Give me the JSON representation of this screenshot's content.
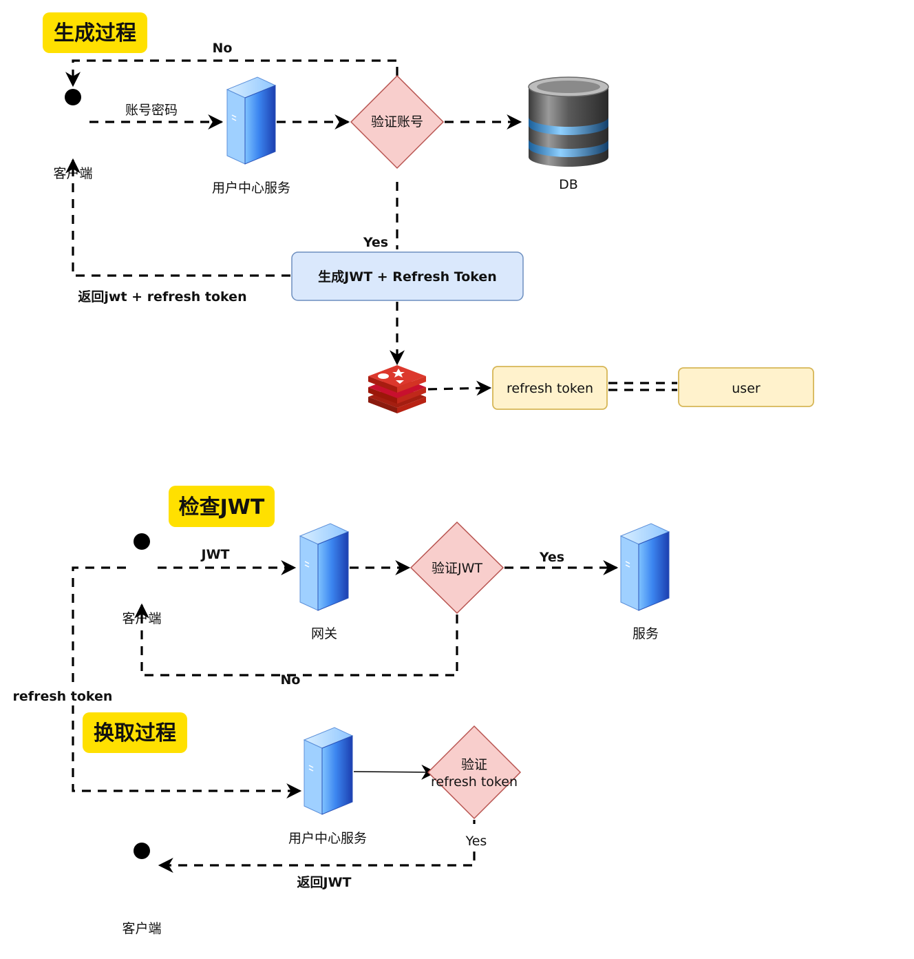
{
  "sections": {
    "generate": "生成过程",
    "check": "检查JWT",
    "exchange": "换取过程"
  },
  "nodes": {
    "client_1": "客户端",
    "user_center_1": "用户中心服务",
    "verify_account": "验证账号",
    "db": "DB",
    "generate_tokens": "生成JWT + Refresh Token",
    "refresh_token_box": "refresh token",
    "user_box": "user",
    "client_2": "客户端",
    "gateway": "网关",
    "verify_jwt": "验证JWT",
    "service": "服务",
    "user_center_2": "用户中心服务",
    "verify_refresh_line1": "验证",
    "verify_refresh_line2": "refresh token",
    "client_3": "客户端"
  },
  "edges": {
    "credentials": "账号密码",
    "no_1": "No",
    "yes_1": "Yes",
    "return_tokens": "返回jwt + refresh token",
    "jwt": "JWT",
    "yes_2": "Yes",
    "no_2": "No",
    "refresh_token": "refresh token",
    "yes_3": "Yes",
    "return_jwt": "返回JWT"
  },
  "colors": {
    "section_tag": "#FFE000",
    "diamond_fill": "#F8CECC",
    "diamond_stroke": "#B85450",
    "process_fill": "#DAE8FC",
    "process_stroke": "#6C8EBF",
    "store_fill": "#FFF2CC",
    "store_stroke": "#D6B656",
    "server_blue": "#1F5FD9",
    "redis_red": "#C8102E"
  },
  "icons": {
    "server": "server-icon",
    "database": "database-icon",
    "redis": "redis-icon",
    "actor": "actor-icon"
  }
}
